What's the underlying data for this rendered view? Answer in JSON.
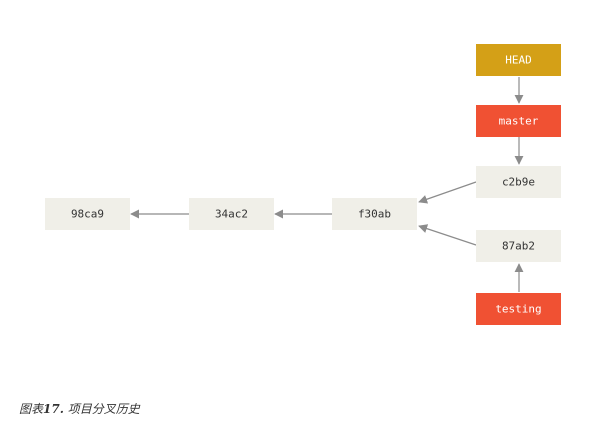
{
  "diagram": {
    "colors": {
      "commit_fill": "#f0efe8",
      "commit_text": "#333333",
      "head_fill": "#d4a017",
      "branch_fill": "#f05133",
      "label_text": "#ffffff",
      "arrow": "#8c8c8c"
    },
    "commits": {
      "c98ca9": "98ca9",
      "c34ac2": "34ac2",
      "cf30ab": "f30ab",
      "cc2b9e": "c2b9e",
      "c87ab2": "87ab2"
    },
    "refs": {
      "head": "HEAD",
      "master": "master",
      "testing": "testing"
    }
  },
  "caption": {
    "prefix": "图表",
    "number": "17.",
    "text": "项目分叉历史"
  }
}
